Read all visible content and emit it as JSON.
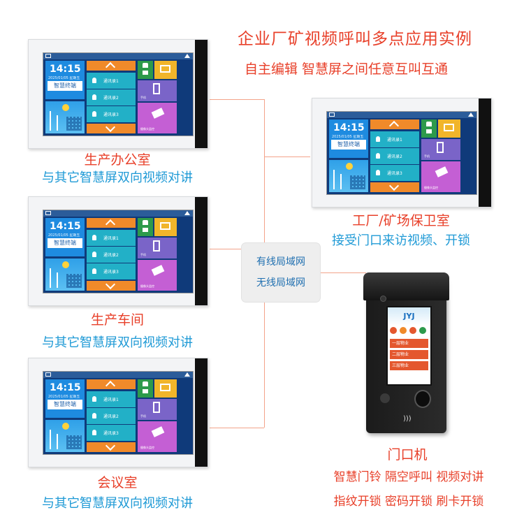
{
  "title": "企业厂矿视频呼叫多点应用实例",
  "subtitle": "自主编辑  智慧屏之间任意互叫互通",
  "network": {
    "wired": "有线局域网",
    "wireless": "无线局域网"
  },
  "screen_ui": {
    "time": "14:15",
    "date": "2025/01/05 星期五",
    "brand": "智慧终端",
    "contacts": [
      "通讯录1",
      "通讯录2",
      "通讯录3"
    ],
    "phone_label": "手机",
    "cam_label": "摄像头监控"
  },
  "stations": {
    "office": {
      "name": "生产办公室",
      "desc": "与其它智慧屏双向视频对讲"
    },
    "workshop": {
      "name": "生产车间",
      "desc": "与其它智慧屏双向视频对讲"
    },
    "meeting": {
      "name": "会议室",
      "desc": "与其它智慧屏双向视频对讲"
    },
    "guard": {
      "name": "工厂/矿场保卫室",
      "desc": "接受门口来访视频、开锁"
    }
  },
  "door": {
    "name": "门口机",
    "features_1": "智慧门铃  隔空呼叫  视频对讲",
    "features_2": "指纹开锁  密码开锁  刷卡开锁",
    "logo": "JYJ",
    "rows": [
      "一层物业",
      "二层物业",
      "三层物业"
    ],
    "colors": {
      "accent": "#e8402a",
      "blue": "#1f9ad6",
      "wire": "#f3a38a"
    }
  }
}
